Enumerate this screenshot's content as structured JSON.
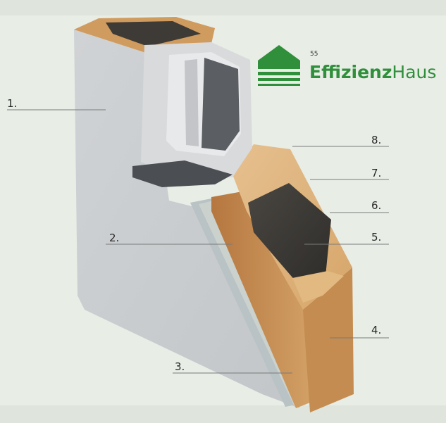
{
  "logo": {
    "number": "55",
    "word_bold": "Effizienz",
    "word_regular": "Haus",
    "color": "#2f8f3a"
  },
  "labels": [
    "1.",
    "2.",
    "3.",
    "4.",
    "5.",
    "6.",
    "7.",
    "8."
  ],
  "colors": {
    "background": "#e8ede6",
    "plaster": "#c9ccce",
    "wood": "#c8955e",
    "insulation": "#3d3b37",
    "window_frame": "#d7d7d9",
    "glass": "#55585c",
    "sill": "#4a4d50",
    "fiberboard": "#b7c3c6"
  }
}
